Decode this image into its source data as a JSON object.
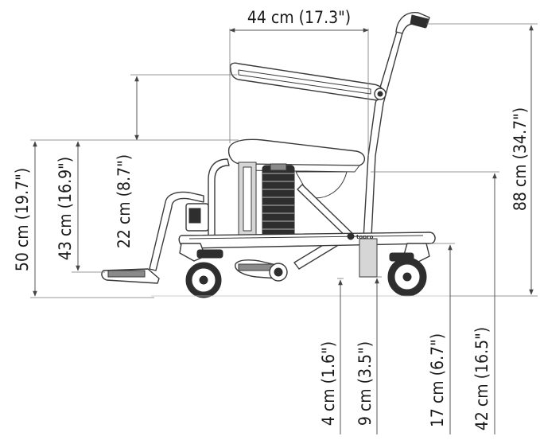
{
  "dimensions": {
    "seat_depth": "44 cm (17.3\")",
    "overall_height": "88 cm (34.7\")",
    "armrest_height": "22 cm (8.7\")",
    "seat_height_max": "50 cm (19.7\")",
    "seat_height_min": "43 cm (16.9\")",
    "ground_clearance_front": "4 cm (1.6\")",
    "ground_clearance_mid": "9 cm (3.5\")",
    "base_height": "17 cm (6.7\")",
    "front_seat_height": "42 cm (16.5\")"
  },
  "brand": "topro"
}
